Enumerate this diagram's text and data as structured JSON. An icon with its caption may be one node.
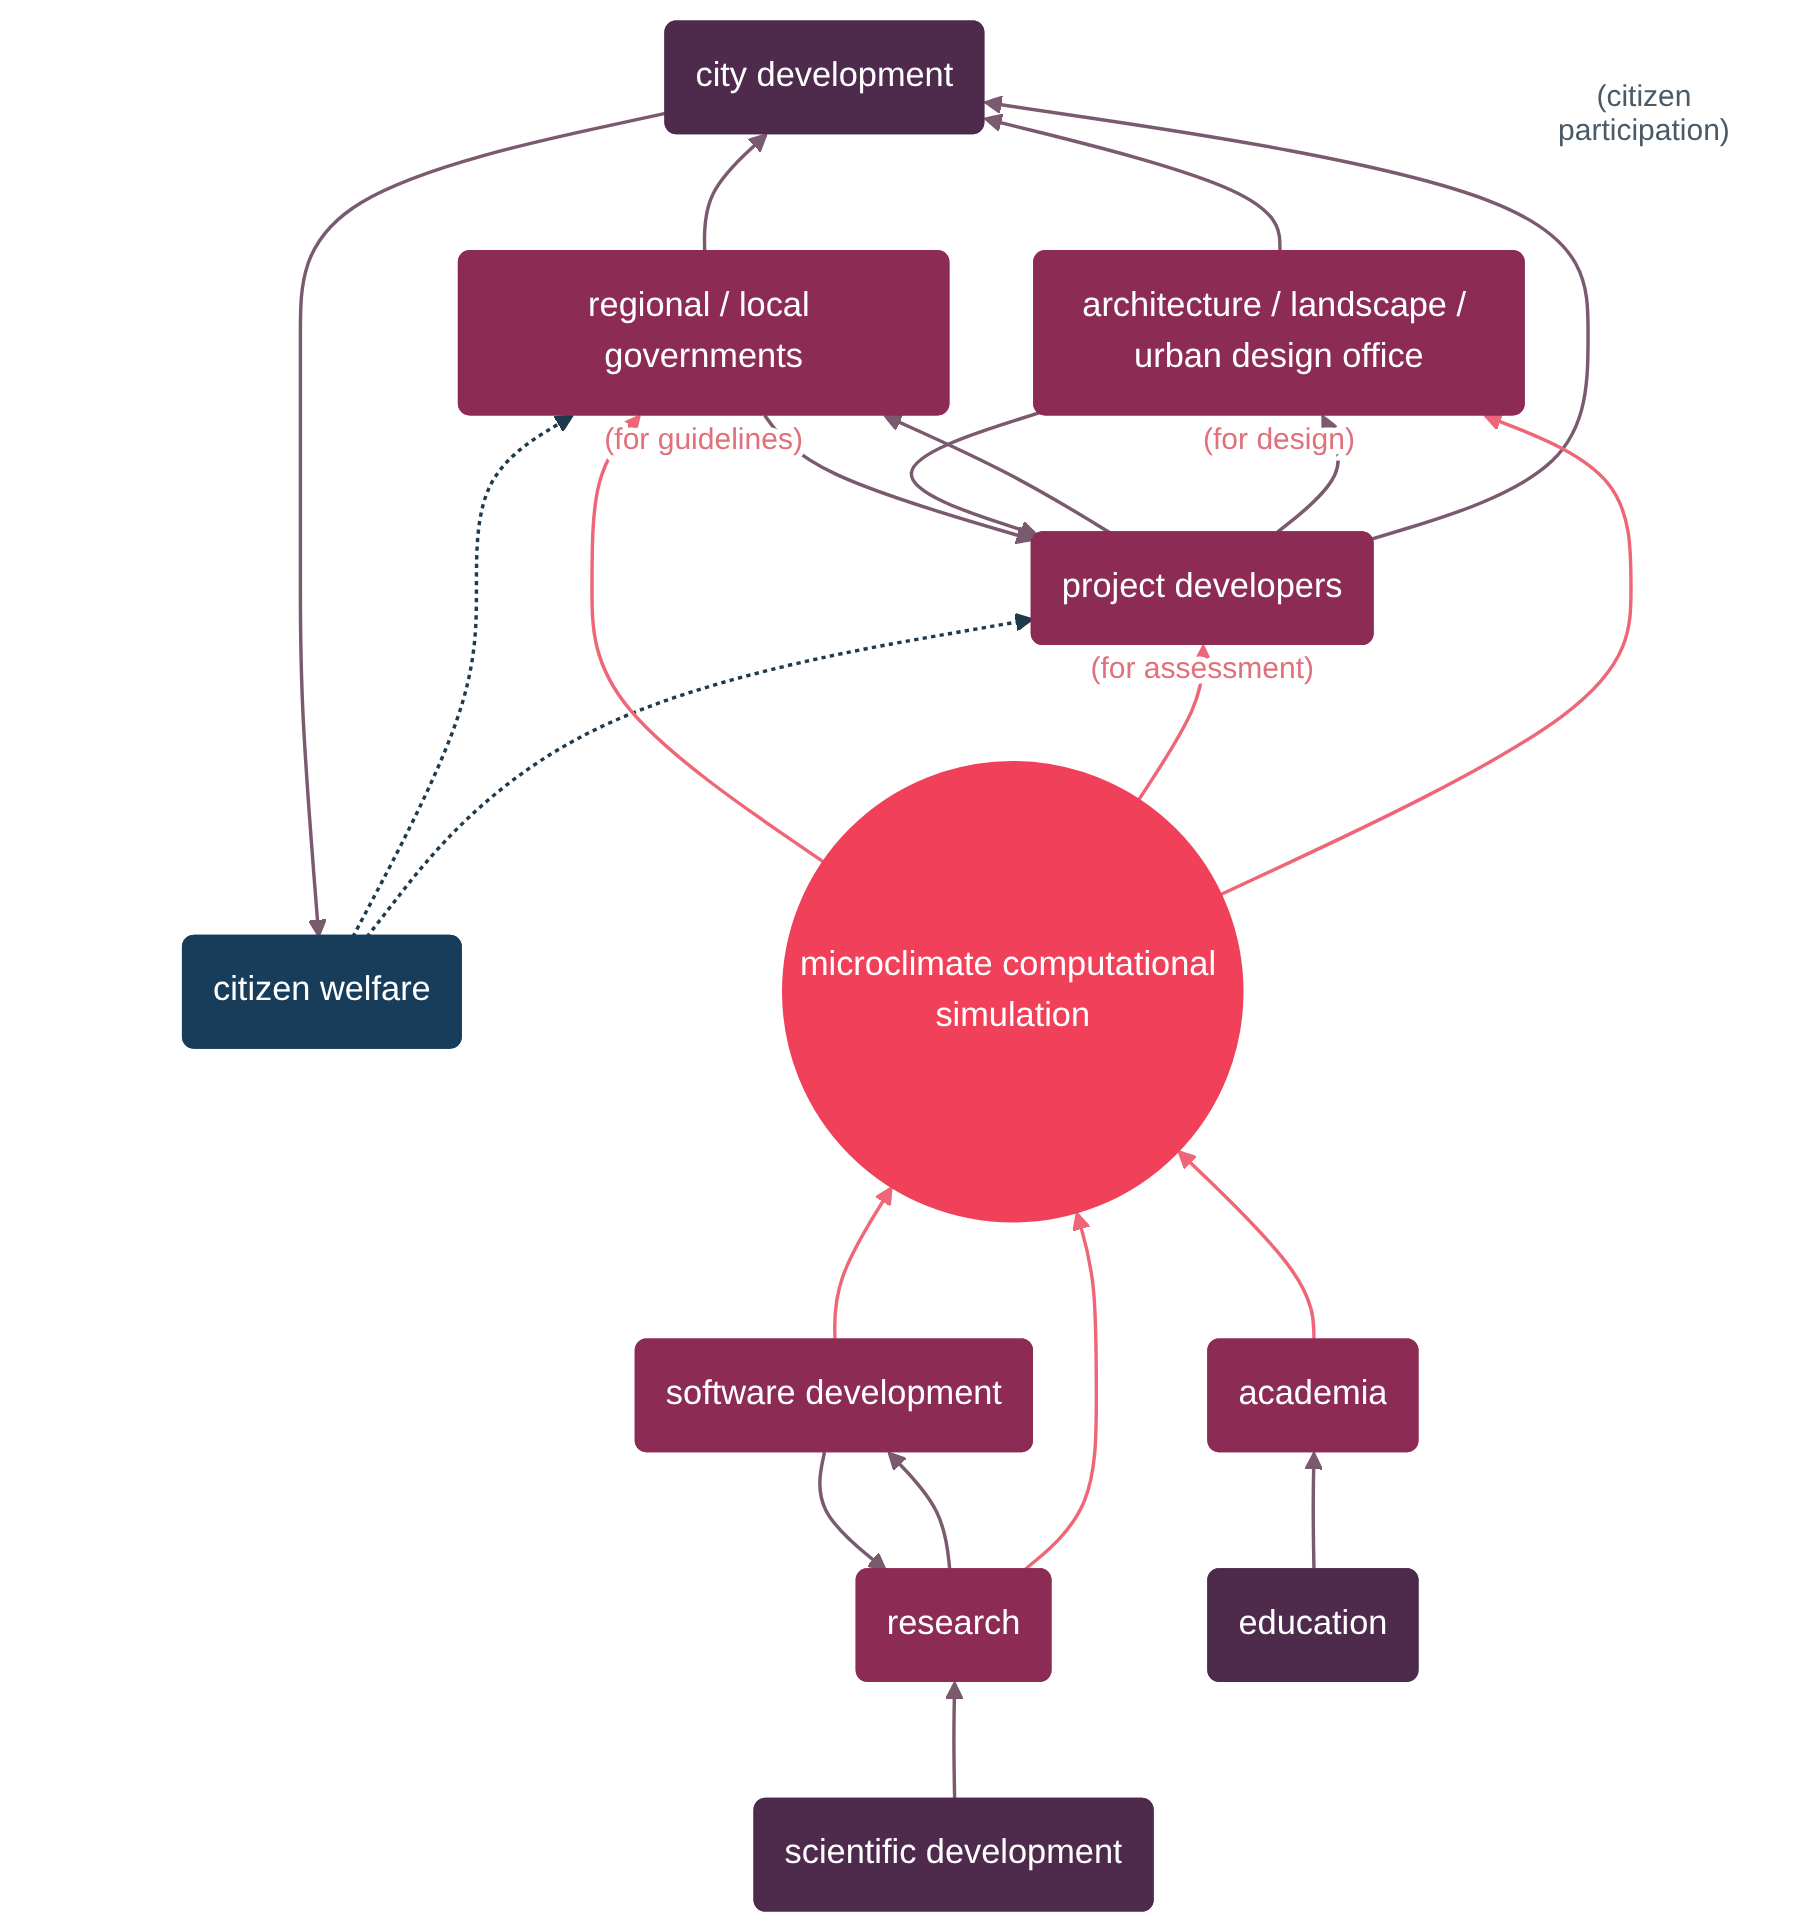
{
  "diagram": {
    "nodes": [
      {
        "text": [
          "citizen welfare"
        ]
      },
      {
        "text": [
          "city development"
        ]
      },
      {
        "text": [
          "architecture / landscape / urban design office"
        ],
        "beside": [
          "(for design)"
        ]
      },
      {
        "text": [
          "project developers"
        ],
        "beside": [
          "(for assessment)"
        ]
      },
      {
        "text": [
          "regional / local governments"
        ],
        "beside": [
          "(for guidelines)"
        ]
      },
      {
        "text": [
          "microclimate computational simulation"
        ]
      },
      {
        "text": [
          "research"
        ]
      },
      {
        "text": [
          "software development"
        ]
      },
      {
        "text": [
          "academia"
        ]
      },
      {
        "text": [
          "scientific development"
        ]
      },
      {
        "text": [
          "education"
        ]
      }
    ],
    "edges": [
      {
        "from": 1,
        "to": 0,
        "arrow": "to"
      },
      {
        "from": 2,
        "to": 1,
        "arrow": "to"
      },
      {
        "from": 3,
        "to": 1,
        "arrow": "to"
      },
      {
        "from": 4,
        "to": 1,
        "arrow": "to"
      },
      {
        "from": 0,
        "to": 3,
        "arrow": "to",
        "style": "dashed",
        "color": "#1e3a4c"
      },
      {
        "from": 0,
        "to": 4,
        "arrow": "to",
        "style": "dashed",
        "color": "#1e3a4c"
      },
      {
        "from": 3,
        "to": 2,
        "arrow": "to"
      },
      {
        "from": 2,
        "to": 3,
        "arrow": "to"
      },
      {
        "from": 4,
        "to": 3,
        "arrow": "to"
      },
      {
        "from": 3,
        "to": 4,
        "arrow": "to"
      },
      {
        "from": 5,
        "to": 2,
        "arrow": "to",
        "color": "#ee6677"
      },
      {
        "from": 5,
        "to": 3,
        "arrow": "to",
        "color": "#ee6677"
      },
      {
        "from": 5,
        "to": 4,
        "arrow": "to",
        "color": "#ee6677"
      },
      {
        "from": 6,
        "to": 5,
        "arrow": "to",
        "color": "#ee6677"
      },
      {
        "from": 7,
        "to": 5,
        "arrow": "to",
        "color": "#ee6677"
      },
      {
        "from": 8,
        "to": 5,
        "arrow": "to",
        "color": "#ee6677"
      },
      {
        "from": 7,
        "to": 6,
        "arrow": "to"
      },
      {
        "from": 6,
        "to": 7,
        "arrow": "to"
      },
      {
        "from": 9,
        "to": 6,
        "arrow": "to"
      },
      {
        "from": 10,
        "to": 8,
        "arrow": "to"
      }
    ],
    "labels": [
      "(citizen participation)"
    ]
  }
}
